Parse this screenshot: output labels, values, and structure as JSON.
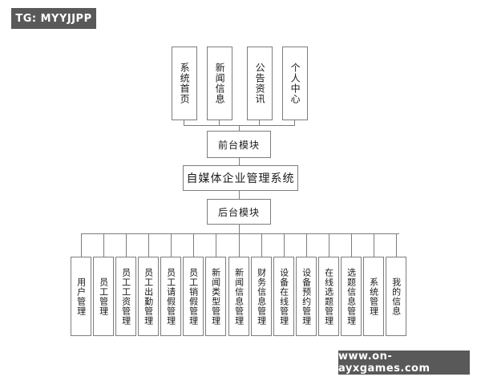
{
  "watermarks": {
    "top_tag": "TG: MYYJJPP",
    "bottom_url": "www.on-ayxgames.com"
  },
  "diagram": {
    "title": "自媒体企业管理系统",
    "root": {
      "label": "自媒体企业管理系统"
    },
    "front_module": {
      "label": "前台模块"
    },
    "back_module": {
      "label": "后台模块"
    },
    "front_children": [
      {
        "label": "系统首页"
      },
      {
        "label": "新闻信息"
      },
      {
        "label": "公告资讯"
      },
      {
        "label": "个人中心"
      }
    ],
    "back_children": [
      {
        "label": "用户管理"
      },
      {
        "label": "员工管理"
      },
      {
        "label": "员工工资管理"
      },
      {
        "label": "员工出勤管理"
      },
      {
        "label": "员工请假管理"
      },
      {
        "label": "员工销假管理"
      },
      {
        "label": "新闻类型管理"
      },
      {
        "label": "新闻信息管理"
      },
      {
        "label": "财务信息管理"
      },
      {
        "label": "设备在线管理"
      },
      {
        "label": "设备预约管理"
      },
      {
        "label": "在线选题管理"
      },
      {
        "label": "选题信息管理"
      },
      {
        "label": "系统管理"
      },
      {
        "label": "我的信息"
      }
    ]
  },
  "colors": {
    "box_border": "#7d7d7d",
    "line": "#7d7d7d",
    "watermark_bg": "#595959",
    "watermark_text": "#ffffff",
    "background": "#ffffff"
  }
}
